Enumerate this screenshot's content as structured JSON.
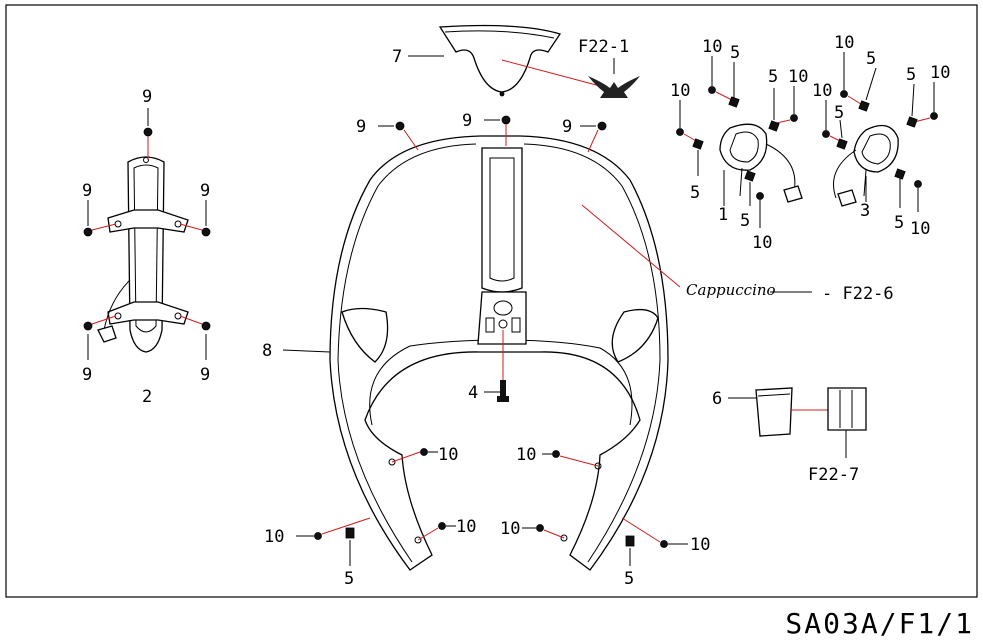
{
  "drawing_code": "SA03A/F1/1",
  "logo_text": "Cappuccino",
  "labels": {
    "p1": "1",
    "p2": "2",
    "p3": "3",
    "p4": "4",
    "p5": "5",
    "p6": "6",
    "p7": "7",
    "p8": "8",
    "p9": "9",
    "p10": "10",
    "f22_1": "F22-1",
    "f22_6": "- F22-6",
    "f22_7": "F22-7"
  }
}
